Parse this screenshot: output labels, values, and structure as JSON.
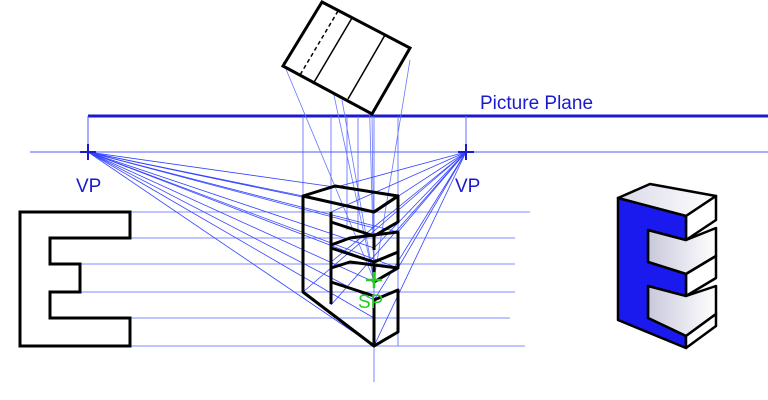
{
  "labels": {
    "picture_plane": "Picture Plane",
    "vp_left": "VP",
    "vp_right": "VP",
    "station_point": "SP"
  },
  "colors": {
    "construction": "#0000ff",
    "picture_plane": "#1a1acc",
    "label_blue": "#1a1acc",
    "station_point": "#22cc22",
    "outline": "#000000",
    "shaded_face_dark": "#1a1aee",
    "shaded_face_light": "#ffffff"
  },
  "icons": [
    "vanishing-point-cross-icon",
    "station-point-cross-icon"
  ]
}
